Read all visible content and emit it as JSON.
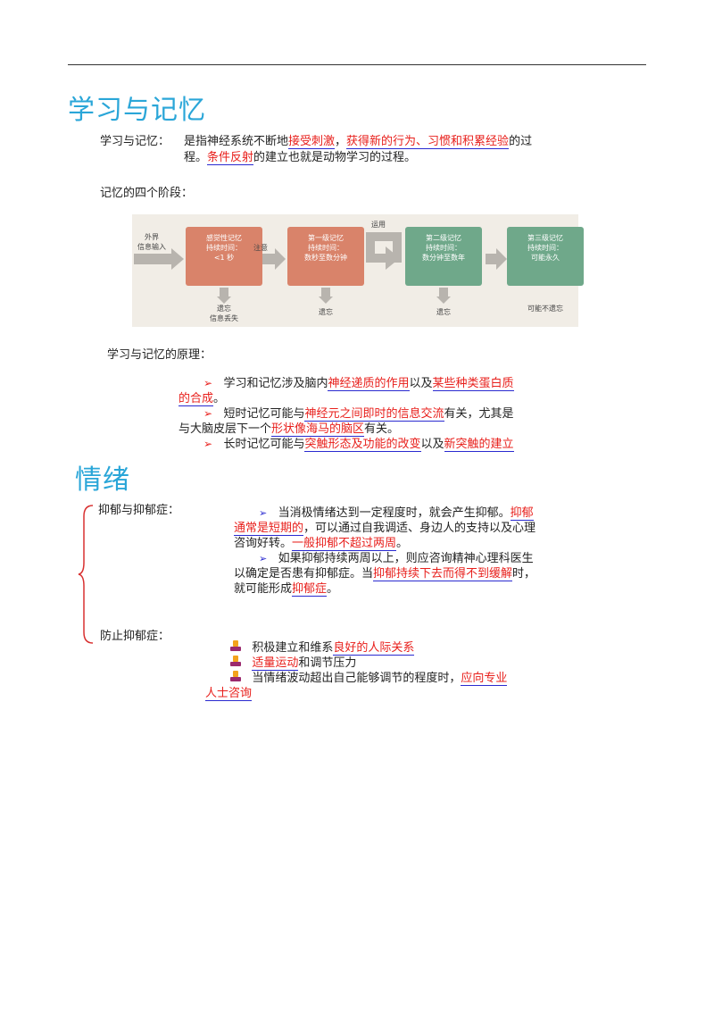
{
  "section1": {
    "heading": "学习与记忆",
    "def_label": "学习与记忆：",
    "def_line1": [
      "是指神经系统不断地",
      "接受刺激",
      "，",
      "获得新的行为、习惯和积累经验",
      "的过"
    ],
    "def_line2": [
      "程。",
      "条件反射",
      "的建立也就是动物学习的过程。"
    ],
    "stages_label": "记忆的四个阶段：",
    "principle_label": "学习与记忆的原理："
  },
  "diagram": {
    "input_label": "外界\n信息输入",
    "attention_label": "注意",
    "use_label": "运用",
    "box1": {
      "title": "感觉性记忆",
      "sub": "持续时间：",
      "time": "<1 秒",
      "out": "遗忘\n信息丢失",
      "color": "#d9836a"
    },
    "box2": {
      "title": "第一级记忆",
      "sub": "持续时间：",
      "time": "数秒至数分钟",
      "out": "遗忘",
      "color": "#d9836a"
    },
    "box3": {
      "title": "第二级记忆",
      "sub": "持续时间：",
      "time": "数分钟至数年",
      "out": "遗忘",
      "color": "#6fa88a"
    },
    "box4": {
      "title": "第三级记忆",
      "sub": "持续时间：",
      "time": "可能永久",
      "out": "可能不遗忘",
      "color": "#6fa88a"
    }
  },
  "principles": {
    "p1": [
      "学习和记忆涉及脑内",
      "神经递质的作用",
      "以及",
      "某些种类蛋白质"
    ],
    "p1b": [
      "的合成",
      "。"
    ],
    "p2": [
      "短时记忆可能与",
      "神经元之间即时的信息交流",
      "有关，尤其是"
    ],
    "p2b": [
      "与大脑皮层下一个",
      "形状像海马的脑区",
      "有关。"
    ],
    "p3": [
      "长时记忆可能与",
      "突触形态及功能的改变",
      "以及",
      "新突触的建立"
    ]
  },
  "section2": {
    "heading": "情绪",
    "dep_label": "抑郁与抑郁症：",
    "d1a": [
      "当消极情绪达到一定程度时，就会产生抑郁。",
      "抑郁"
    ],
    "d1b": [
      "通常是短期的",
      "，可以通过自我调适、身边人的支持以及心理"
    ],
    "d1c": [
      "咨询好转。",
      "一般抑郁不超过两周",
      "。"
    ],
    "d2a": [
      "如果抑郁持续两周以上，则应咨询精神心理科医生"
    ],
    "d2b": [
      "以确定是否患有抑郁症。当",
      "抑郁持续下去而得不到缓解",
      "时，"
    ],
    "d2c": [
      "就可能形成",
      "抑郁症",
      "。"
    ],
    "prev_label": "防止抑郁症：",
    "v1": [
      "积极建立和维系",
      "良好的人际关系"
    ],
    "v2": [
      "适量运动",
      "和调节压力"
    ],
    "v3": [
      "当情绪波动超出自己能够调节的程度时，",
      "应向专业"
    ],
    "v3b": [
      "人士咨询"
    ]
  }
}
